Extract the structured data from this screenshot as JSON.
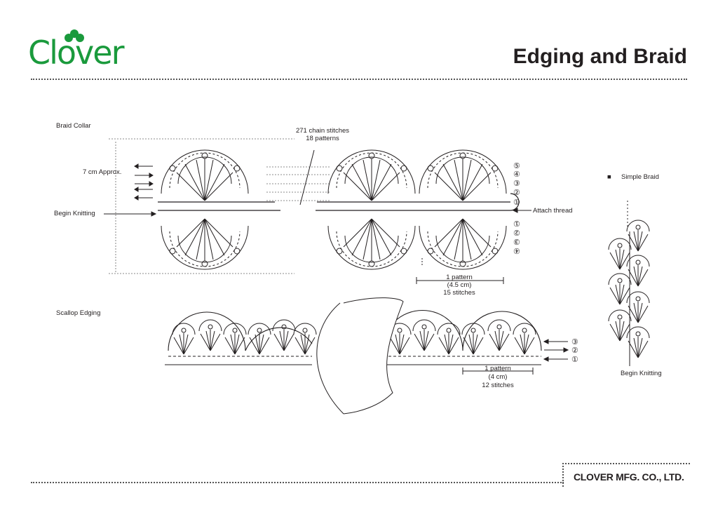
{
  "brand": {
    "logo_text": "Clover",
    "company": "CLOVER MFG. CO., LTD."
  },
  "page": {
    "title": "Edging and Braid"
  },
  "braid_collar": {
    "heading": "Braid Collar",
    "chain_stitches": "271 chain stitches",
    "patterns": "18 patterns",
    "width_label": "7 cm Approx.",
    "begin_label": "Begin Knitting",
    "attach_label": "Attach thread",
    "rows": [
      "①",
      "②",
      "③",
      "④",
      "⑤"
    ],
    "repeat": {
      "line1": "1 pattern",
      "line2": "(4.5 cm)",
      "line3": "15 stitches"
    }
  },
  "scallop_edging": {
    "heading": "Scallop Edging",
    "rows": [
      "①",
      "②",
      "③"
    ],
    "repeat": {
      "line1": "1 pattern",
      "line2": "(4 cm)",
      "line3": "12 stitches"
    }
  },
  "simple_braid": {
    "bullet": "■",
    "heading": "Simple Braid",
    "begin_label": "Begin Knitting"
  }
}
